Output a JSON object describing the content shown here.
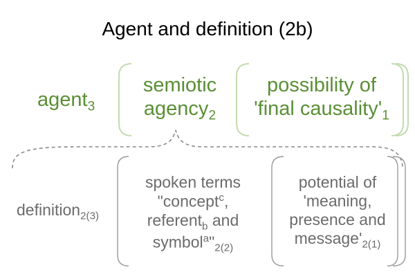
{
  "title": "Agent and definition (2b)",
  "colors": {
    "green_text": "#5a8f35",
    "green_bracket": "#c3dbb0",
    "gray_text": "#6b6b6b",
    "gray_bracket": "#9a9a9a",
    "dashed_brace": "#8a8a8a"
  },
  "top_row": {
    "agent": {
      "text": "agent",
      "sub": "3"
    },
    "semiotic_agency": {
      "line1": "semiotic",
      "line2": "agency",
      "sub": "2"
    },
    "final_causality": {
      "line1": "possibility of",
      "line2": "'final causality'",
      "sub": "1"
    }
  },
  "bottom_row": {
    "definition": {
      "text": "definition",
      "sub": "2(3)"
    },
    "spoken_terms": {
      "line1": "spoken terms",
      "line2_a": "\"concept",
      "line2_sup": "c",
      "line2_b": ",",
      "line3_a": "referent",
      "line3_sub": "b",
      "line3_b": " and",
      "line4_a": "symbol",
      "line4_sup": "a",
      "line4_b": "\"",
      "line4_sub": "2(2)"
    },
    "potential_meaning": {
      "line1": "potential of",
      "line2": "'meaning,",
      "line3": "presence and",
      "line4": "message'",
      "line4_sub": "2(1)"
    }
  }
}
